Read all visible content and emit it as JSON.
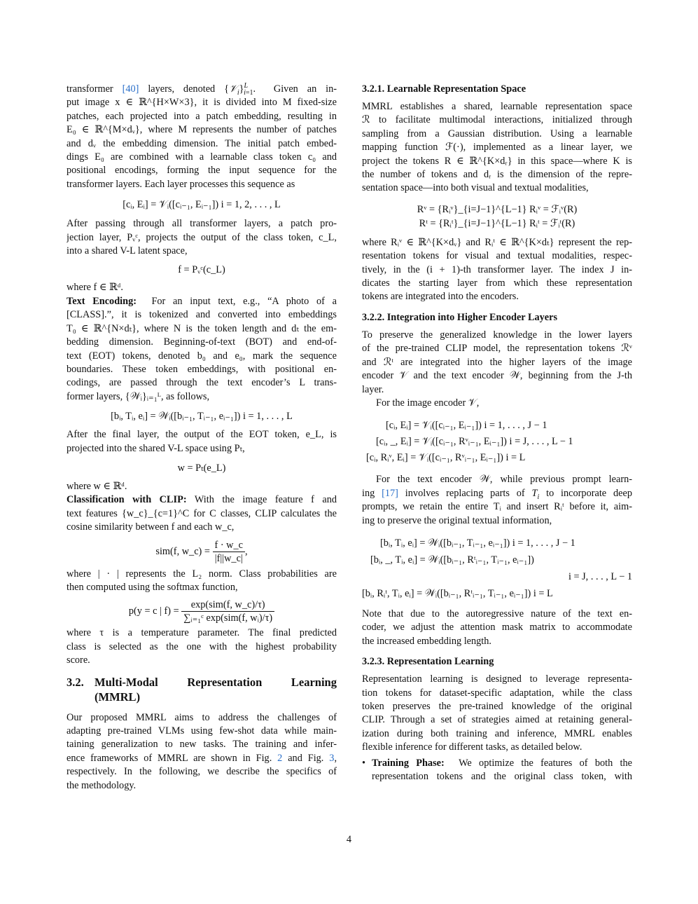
{
  "page": {
    "number": "4",
    "link_color": "#2a6fc9",
    "text_color": "#111111"
  },
  "left_column": {
    "para1_lines": [
      "transformer [40] layers, denoted {𝒱ᵢ}ᵢ₌₁ᴸ.  Given an in-",
      "put image x ∈ ℝ^{H×W×3}, it is divided into M fixed-size",
      "patches, each projected into a patch embedding, resulting in",
      "E₀ ∈ ℝ^{M×dᵥ}, where M represents the number of patches",
      "and dᵥ the embedding dimension. The initial patch embed-",
      "dings E₀ are combined with a learnable class token c₀ and",
      "positional encodings, forming the input sequence for the",
      "transformer layers. Each layer processes this sequence as"
    ],
    "eq1": "[cᵢ, Eᵢ] = 𝒱ᵢ([cᵢ₋₁, Eᵢ₋₁])    i = 1, 2, . . . , L",
    "para2_lines": [
      "After passing through all transformer layers, a patch pro-",
      "jection layer, Pᵥᶜ, projects the output of the class token, c_L,",
      "into a shared V-L latent space,"
    ],
    "eq2": "f = Pᵥᶜ(c_L)",
    "para3_line": "where f ∈ ℝᵈ.",
    "text_encoding": {
      "heading": "Text Encoding:",
      "lines": [
        "For an input text, e.g., “A photo of a",
        "[CLASS].”, it is tokenized and converted into embeddings",
        "T₀ ∈ ℝ^{N×dₜ}, where N is the token length and dₜ the em-",
        "bedding dimension.  Beginning-of-text (BOT) and end-of-",
        "text (EOT) tokens, denoted b₀ and e₀, mark the sequence",
        "boundaries.  These token embeddings, with positional en-",
        "codings, are passed through the text encoder’s L trans-",
        "former layers, {𝒲ᵢ}ᵢ₌₁ᴸ, as follows,"
      ]
    },
    "eq3": "[bᵢ, Tᵢ, eᵢ] = 𝒲ᵢ([bᵢ₋₁, Tᵢ₋₁, eᵢ₋₁])    i = 1, . . . , L",
    "para4_lines": [
      "After the final layer, the output of the EOT token, e_L, is",
      "projected into the shared V-L space using Pₜ,"
    ],
    "eq4": "w = Pₜ(e_L)",
    "para5_line": "where w ∈ ℝᵈ.",
    "classification": {
      "heading": "Classification with CLIP:",
      "lines": [
        "With the image feature f and",
        "text features {w_c}_{c=1}^C for C classes, CLIP calculates the",
        "cosine similarity between f and each w_c,"
      ]
    },
    "eq5": {
      "lhs": "sim(f, w_c) =",
      "num": "f · w_c",
      "den": "|f||w_c|",
      "tail": ","
    },
    "para6_lines": [
      "where | · | represents the L₂ norm.  Class probabilities are",
      "then computed using the softmax function,"
    ],
    "eq6": {
      "lhs": "p(y = c | f) =",
      "num": "exp(sim(f, w_c)/τ)",
      "den": "∑ᵢ₌₁ᶜ exp(sim(f, wᵢ)/τ)"
    },
    "para7_lines": [
      "where τ is a temperature parameter.  The final predicted",
      "class is selected as the one with the highest probability",
      "score."
    ],
    "section_32": {
      "number": "3.2.",
      "title_line1": "Multi-Modal    Representation    Learning",
      "title_line2": "(MMRL)"
    },
    "para8_lines": [
      "Our proposed MMRL aims to address the challenges of",
      "adapting pre-trained VLMs using few-shot data while main-",
      "taining generalization to new tasks. The training and infer-",
      "ence frameworks of MMRL are shown in Fig. 2 and Fig. 3,",
      "respectively.  In the following, we describe the specifics of",
      "the methodology."
    ]
  },
  "right_column": {
    "section_321": {
      "heading": "3.2.1. Learnable Representation Space",
      "lines": [
        "MMRL establishes a shared, learnable representation space",
        "ℛ to facilitate multimodal interactions, initialized through",
        "sampling from a Gaussian distribution.  Using a learnable",
        "mapping function ℱ(·), implemented as a linear layer, we",
        "project the tokens R ∈ ℝ^{K×dᵣ} in this space—where K is",
        "the number of tokens and dᵣ is the dimension of the repre-",
        "sentation space—into both visual and textual modalities,"
      ],
      "eq_lines": [
        "Rᵛ = {Rᵢᵛ}_{i=J−1}^{L−1}    Rᵢᵛ = ℱᵢᵛ(R)",
        "Rᵗ = {Rᵢᵗ}_{i=J−1}^{L−1}    Rᵢᵗ = ℱᵢᵗ(R)"
      ],
      "after_lines": [
        "where Rᵢᵛ ∈ ℝ^{K×dᵥ} and Rᵢᵗ ∈ ℝ^{K×dₜ} represent the rep-",
        "resentation tokens for visual and textual modalities, respec-",
        "tively, in the (i + 1)-th transformer layer. The index J in-",
        "dicates the starting layer from which these representation",
        "tokens are integrated into the encoders."
      ]
    },
    "section_322": {
      "heading": "3.2.2. Integration into Higher Encoder Layers",
      "lines": [
        "To preserve the generalized knowledge in the lower layers",
        "of the pre-trained CLIP model, the representation tokens ℛᵛ",
        "and ℛᵗ are integrated into the higher layers of the image",
        "encoder 𝒱 and the text encoder 𝒲, beginning from the J-th",
        "layer."
      ],
      "image_intro": "For the image encoder 𝒱,",
      "image_eqs": [
        "[cᵢ, Eᵢ] = 𝒱ᵢ([cᵢ₋₁, Eᵢ₋₁])    i = 1, . . . , J − 1",
        "[cᵢ, _, Eᵢ] = 𝒱ᵢ([cᵢ₋₁, Rᵛᵢ₋₁, Eᵢ₋₁])    i = J, . . . , L − 1",
        "[cᵢ, Rᵢᵛ, Eᵢ] = 𝒱ᵢ([cᵢ₋₁, Rᵛᵢ₋₁, Eᵢ₋₁])    i = L"
      ],
      "text_lines": [
        "For the text encoder 𝒲, while previous prompt learn-",
        "ing [17] involves replacing parts of Tᵢ to incorporate deep",
        "prompts, we retain the entire Tᵢ and insert Rᵢᵗ before it, aim-",
        "ing to preserve the original textual information,"
      ],
      "text_eqs": [
        "[bᵢ, Tᵢ, eᵢ] = 𝒲ᵢ([bᵢ₋₁, Tᵢ₋₁, eᵢ₋₁])    i = 1, . . . , J − 1",
        "[bᵢ, _, Tᵢ, eᵢ] = 𝒲ᵢ([bᵢ₋₁, Rᵗᵢ₋₁, Tᵢ₋₁, eᵢ₋₁])",
        "i = J, . . . , L − 1",
        "[bᵢ, Rᵢᵗ, Tᵢ, eᵢ] = 𝒲ᵢ([bᵢ₋₁, Rᵗᵢ₋₁, Tᵢ₋₁, eᵢ₋₁])    i = L"
      ],
      "note_lines": [
        "Note that due to the autoregressive nature of the text en-",
        "coder, we adjust the attention mask matrix to accommodate",
        "the increased embedding length."
      ]
    },
    "section_323": {
      "heading": "3.2.3. Representation Learning",
      "lines": [
        "Representation learning is designed to leverage representa-",
        "tion tokens for dataset-specific adaptation, while the class",
        "token preserves the pre-trained knowledge of the original",
        "CLIP. Through a set of strategies aimed at retaining general-",
        "ization during both training and inference, MMRL enables",
        "flexible inference for different tasks, as detailed below."
      ],
      "bullet": {
        "marker": "•",
        "label": "Training Phase:",
        "lines": [
          "We optimize the features of both the",
          "representation tokens and the original class token, with"
        ]
      }
    }
  }
}
